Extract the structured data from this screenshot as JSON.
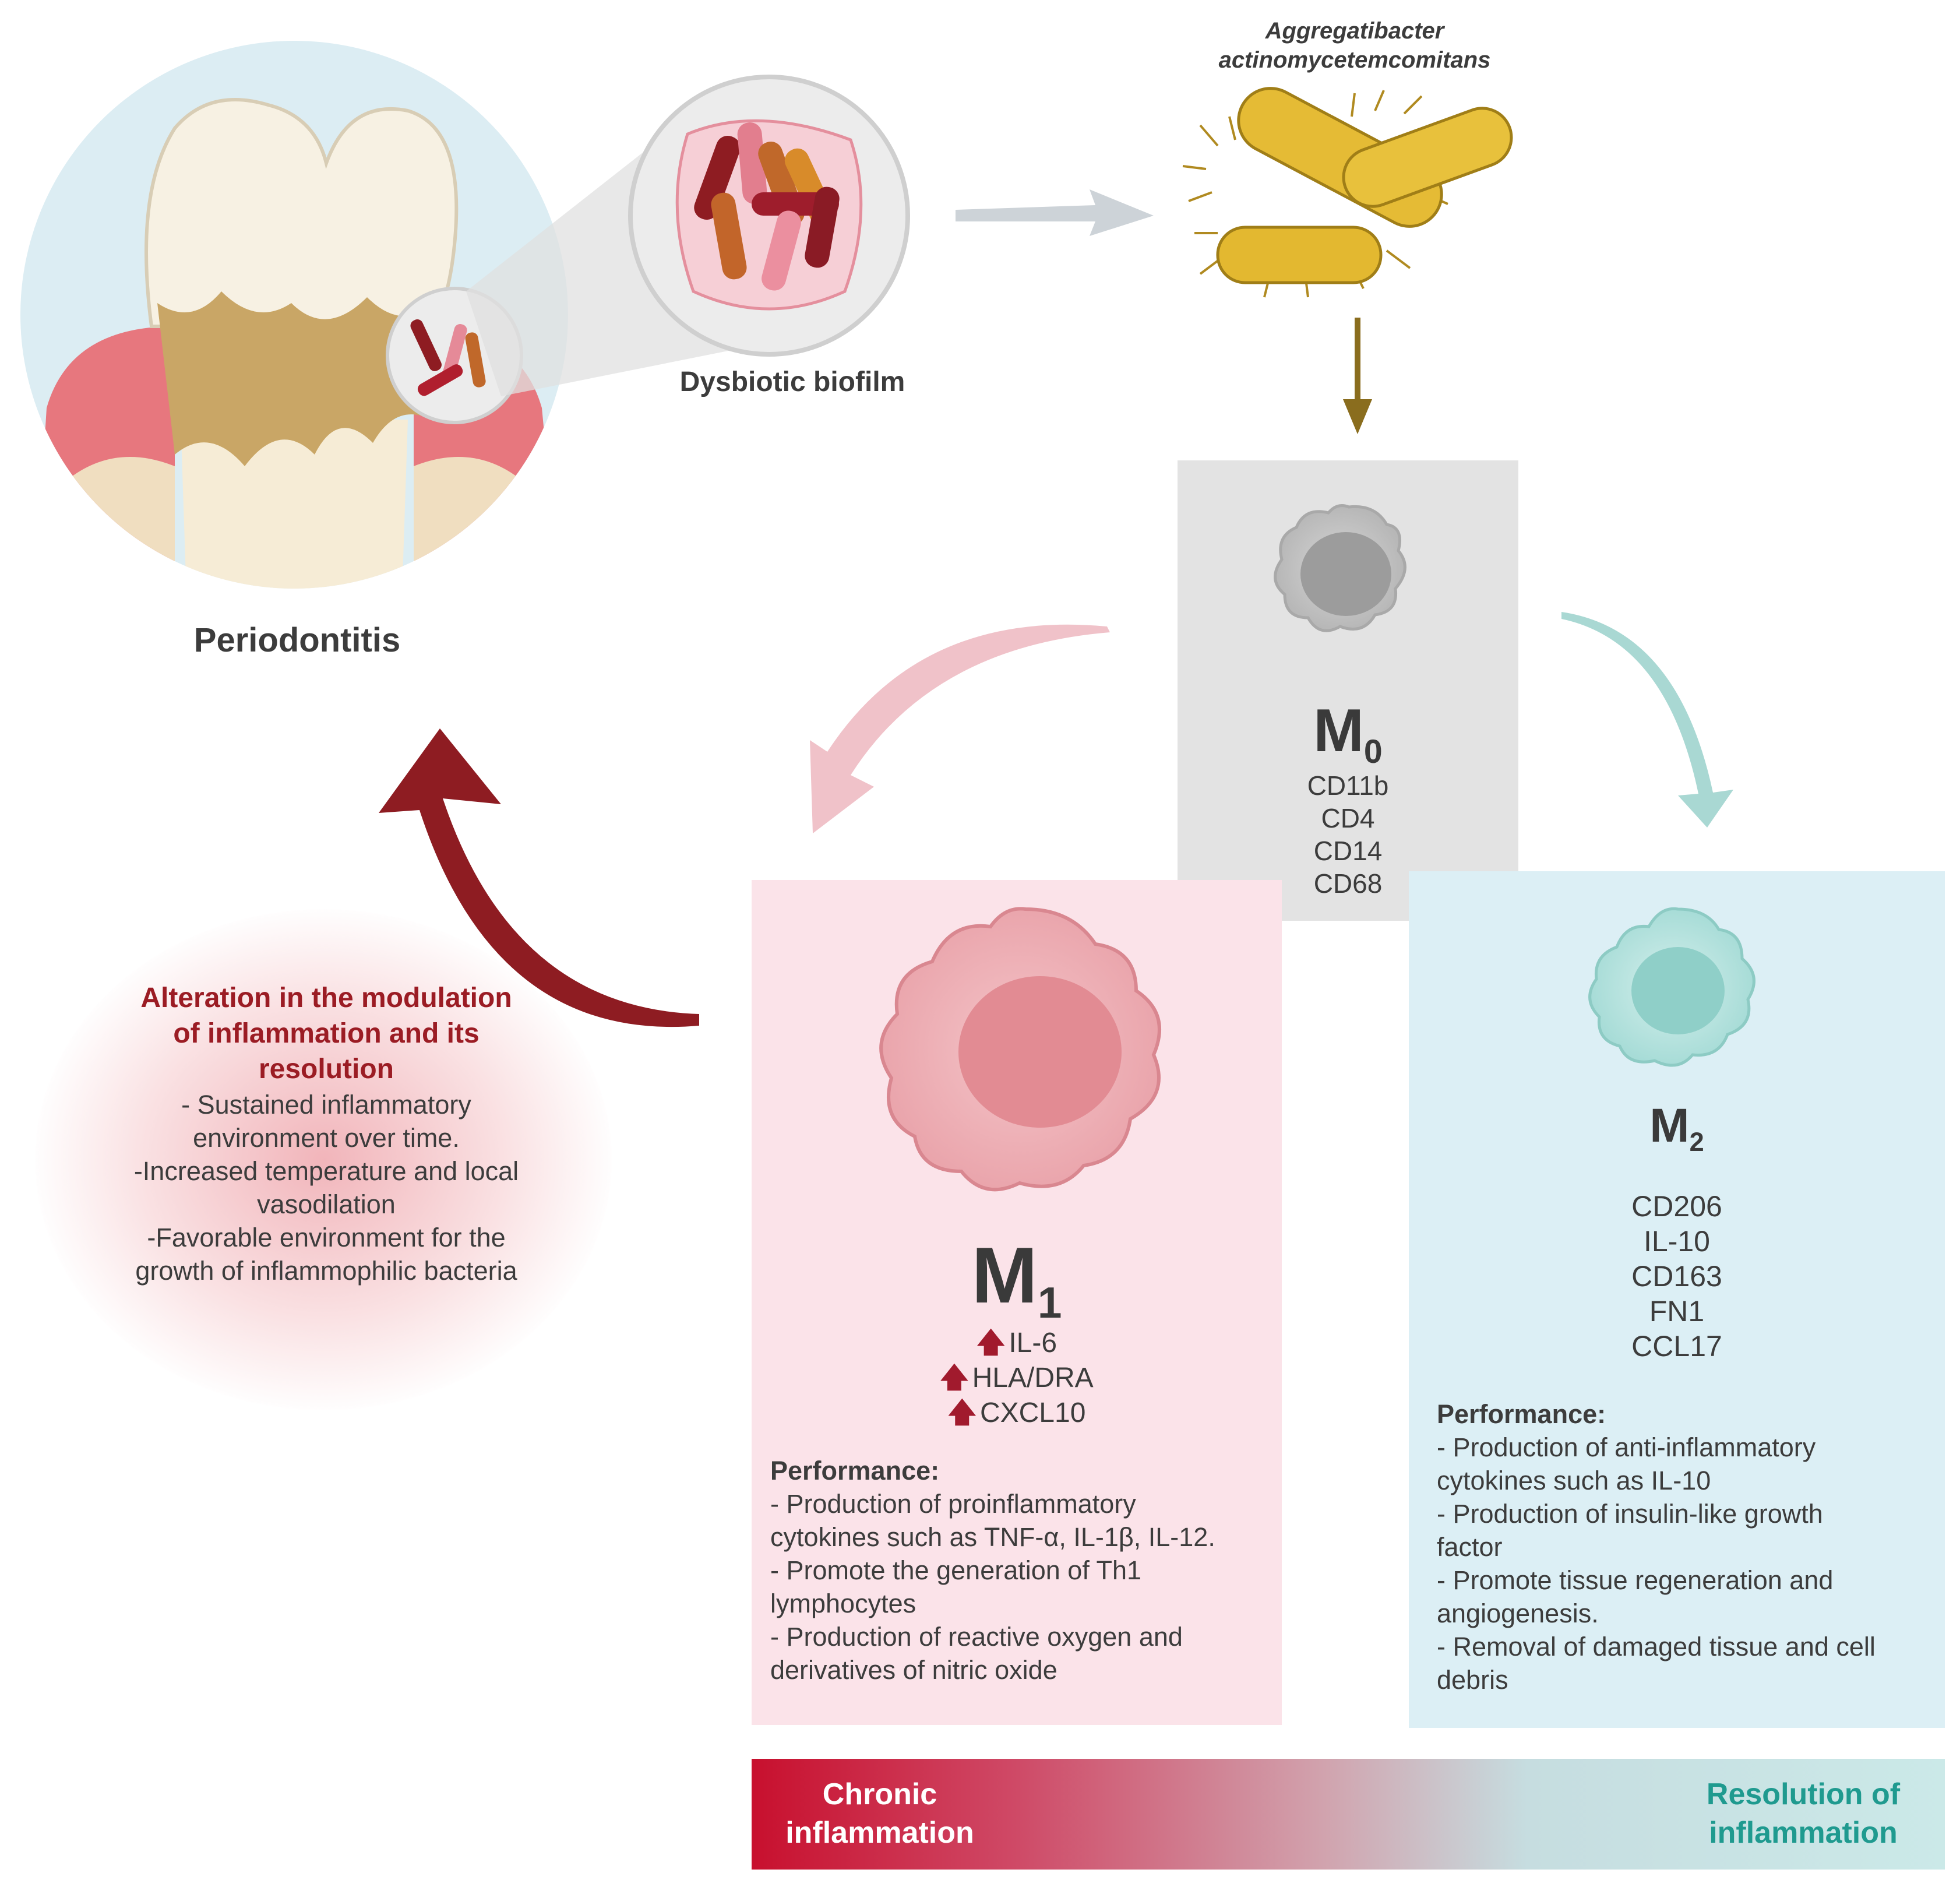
{
  "species": {
    "line1": "Aggregatibacter",
    "line2": "actinomycetemcomitans"
  },
  "biofilm_label": "Dysbiotic biofilm",
  "periodontitis_label": "Periodontitis",
  "m0": {
    "letter": "M",
    "subscript": "0",
    "markers": [
      "CD11b",
      "CD4",
      "CD14",
      "CD68"
    ]
  },
  "m1": {
    "letter": "M",
    "subscript": "1",
    "markers": [
      "IL-6",
      "HLA/DRA",
      "CXCL10"
    ],
    "performance_heading": "Performance:",
    "performance": [
      "- Production of proinflammatory",
      "cytokines such as TNF-α, IL-1β, IL-12.",
      "- Promote the generation of Th1",
      "lymphocytes",
      "- Production of reactive oxygen and",
      "derivatives of nitric oxide"
    ]
  },
  "m2": {
    "letter": "M",
    "subscript": "2",
    "markers": [
      "CD206",
      "IL-10",
      "CD163",
      "FN1",
      "CCL17"
    ],
    "performance_heading": "Performance:",
    "performance": [
      "- Production of anti-inflammatory",
      "cytokines such as IL-10",
      "- Production of insulin-like growth",
      "factor",
      "- Promote tissue regeneration and",
      "angiogenesis.",
      "- Removal of damaged tissue and cell",
      "debris"
    ]
  },
  "alteration": {
    "title": [
      "Alteration in the modulation",
      "of inflammation and its",
      "resolution"
    ],
    "body": [
      "- Sustained inflammatory",
      "environment over time.",
      "-Increased temperature and local",
      "vasodilation",
      "-Favorable environment for the",
      "growth of inflammophilic bacteria"
    ]
  },
  "gradient": {
    "left_label": [
      "Chronic",
      "inflammation"
    ],
    "right_label": [
      "Resolution of",
      "inflammation"
    ]
  },
  "colors": {
    "m1_bg": "#fbe3e9",
    "m2_bg": "#dceff5",
    "m0_bg": "#e3e3e3",
    "dark_red": "#8e1c22",
    "teal_text": "#1f9a8f",
    "bacteria_yellow": "#e5bb35"
  },
  "icons": {
    "tooth": "tooth-icon",
    "biofilm": "biofilm-icon",
    "bacteria": "rod-bacteria-icon",
    "m0_cell": "macrophage-m0-icon",
    "m1_cell": "macrophage-m1-icon",
    "m2_cell": "macrophage-m2-icon",
    "up_arrow": "up-arrow-icon"
  }
}
